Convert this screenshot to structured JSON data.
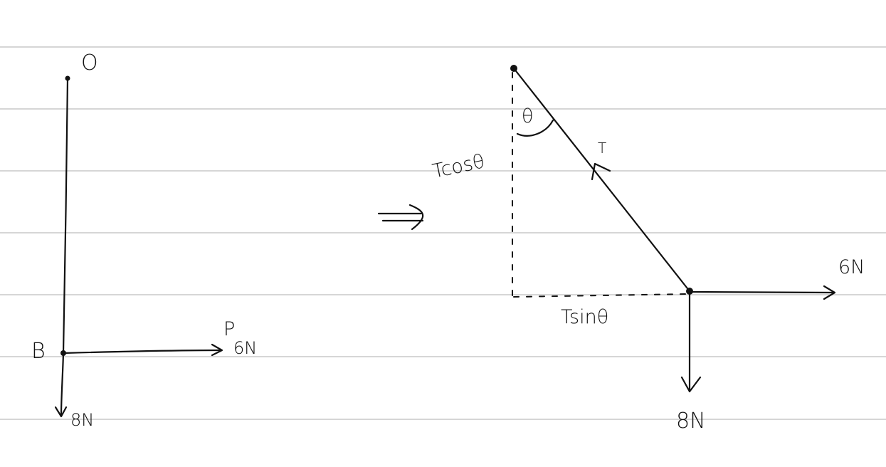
{
  "colors": {
    "ink": "#111111",
    "ruled_line": "#d6d6d6",
    "paper": "#ffffff"
  },
  "left_diagram": {
    "point_top": "O",
    "point_bottom": "B",
    "horizontal_force_name": "P",
    "horizontal_force": "6N",
    "vertical_force": "8N"
  },
  "implies_symbol": "⟹",
  "right_diagram": {
    "tension": "T",
    "angle": "θ",
    "vertical_component": "Tcosθ",
    "horizontal_component": "Tsinθ",
    "horizontal_force": "6N",
    "vertical_force": "8N"
  }
}
